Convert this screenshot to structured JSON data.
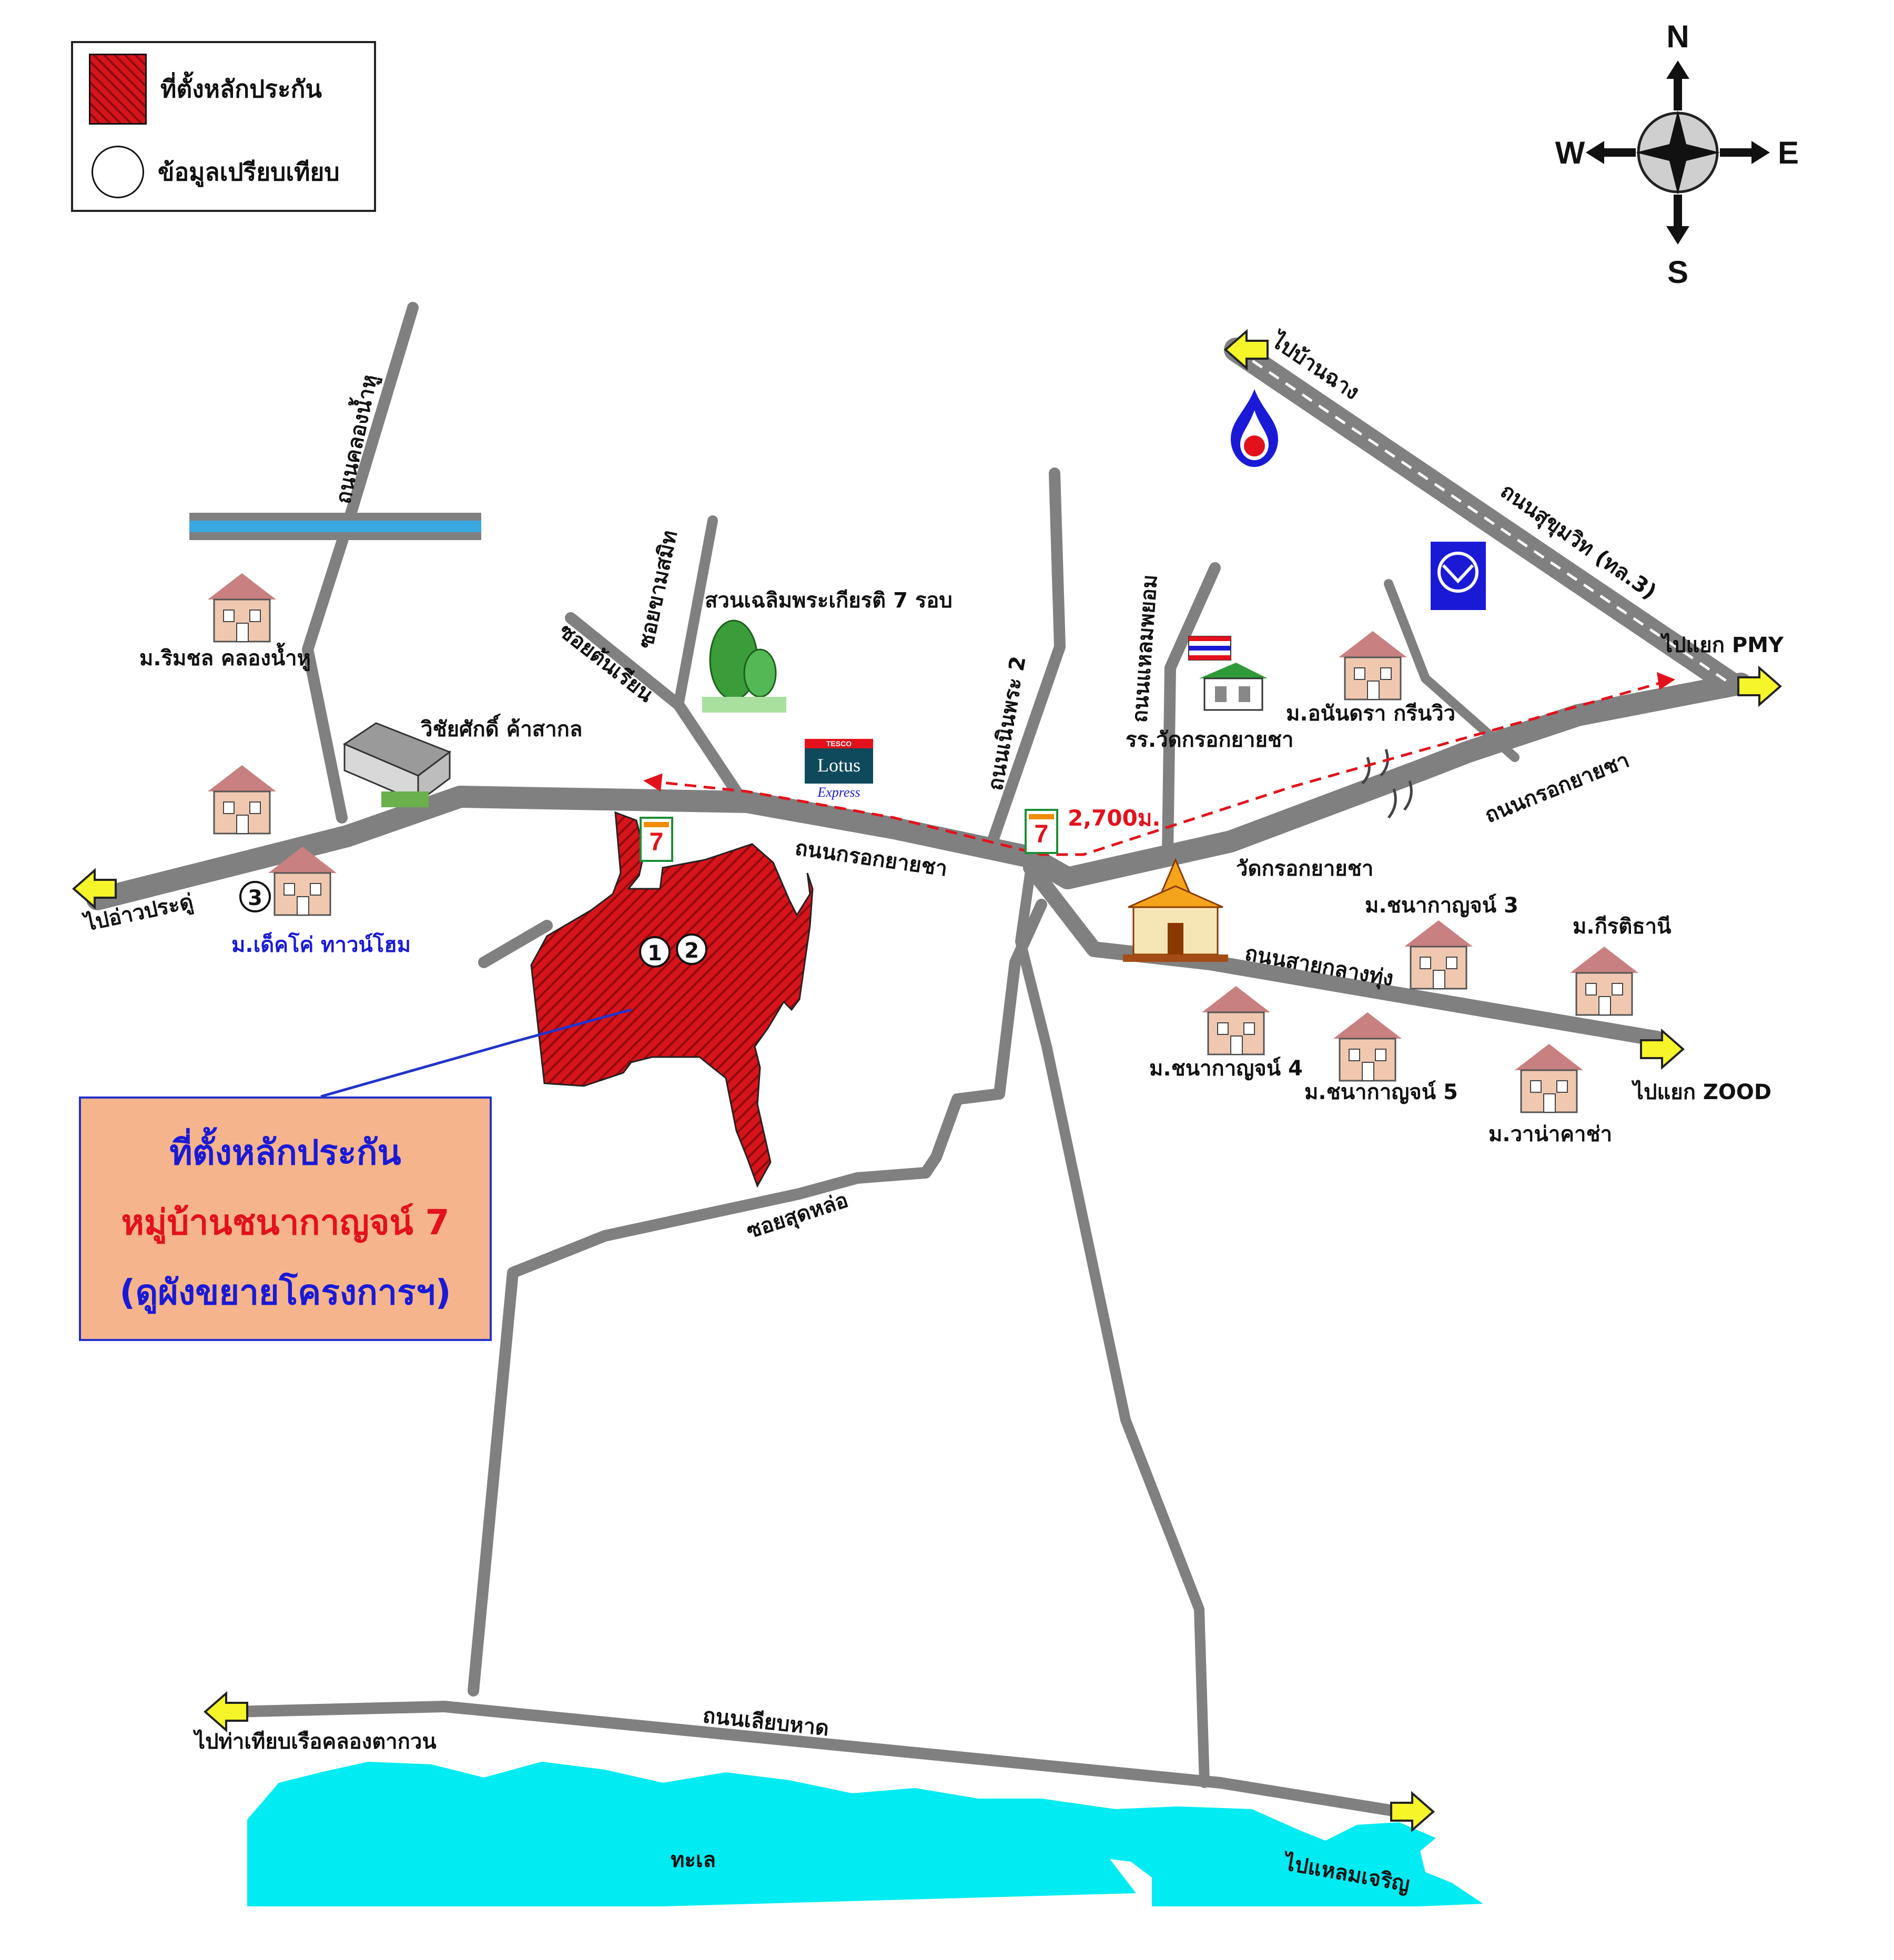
{
  "legend": {
    "collateral_label": "ที่ตั้งหลักประกัน",
    "comparison_label": "ข้อมูลเปรียบเทียบ"
  },
  "compass": {
    "n": "N",
    "s": "S",
    "e": "E",
    "w": "W"
  },
  "colors": {
    "road": "#808080",
    "site": "#d6141b",
    "sea": "#00ecf2",
    "route": "#e3111b",
    "arrow": "#f5f52a",
    "callout_bg": "#f5b48b"
  },
  "roads": {
    "khlong_nam_hu": "ถนนคลองน้ำหู",
    "soi_khao_mai": "ซอยขามสมิท",
    "soi_ton_rian": "ซอยต้นเรียน",
    "noen_phra_2": "ถนนเนินพระ 2",
    "laem_phayom": "ถนนแหลมพยอม",
    "sukhumvit": "ถนนสุขุมวิท (ทล.3)",
    "krok_yai_cha_1": "ถนนกรอกยายชา",
    "krok_yai_cha_2": "ถนนกรอกยายชา",
    "sai_klang_hung": "ถนนสายกลางทุ่ง",
    "soi_sut_lo": "ซอยสุดหล่อ",
    "liap_hat": "ถนนเลียบหาด"
  },
  "directions": {
    "to_ban_chang": "ไปบ้านฉาง",
    "to_pmy": "ไปแยก PMY",
    "to_ao_pradu": "ไปอ่าวประดู่",
    "to_zoo": "ไปแยก ZOOD",
    "to_pier": "ไปท่าเทียบเรือคลองตากวน",
    "to_laem_charoen": "ไปแหลมเจริญ"
  },
  "places": {
    "rimchon": "ม.ริมชล คลองน้ำหู",
    "wichaisak": "วิชัยศักดิ์ ค้าสากล",
    "dekodo": "ม.เด็คโค่ ทาวน์โฮม",
    "park": "สวนเฉลิมพระเกียรติ 7 รอบ",
    "school": "รร.วัดกรอกยายชา",
    "ananda": "ม.อนันดรา กรีนวิว",
    "temple": "วัดกรอกยายชา",
    "chanakan3": "ม.ชนากาญจน์ 3",
    "kirati": "ม.กีรติธานี",
    "chanakan4": "ม.ชนากาญจน์ 4",
    "chanakan5": "ม.ชนากาญจน์ 5",
    "wana": "ม.วาน่าคาช่า",
    "sea": "ทะเล",
    "distance": "2,700ม.",
    "lotus_1": "TESCO",
    "lotus_2": "Lotus",
    "lotus_3": "Express",
    "seven": "7"
  },
  "markers": {
    "m1": "1",
    "m2": "2",
    "m3": "3"
  },
  "callout": {
    "line1": "ที่ตั้งหลักประกัน",
    "line2": "หมู่บ้านชนากาญจน์ 7",
    "line3": "(ดูผังขยายโครงการฯ)"
  }
}
